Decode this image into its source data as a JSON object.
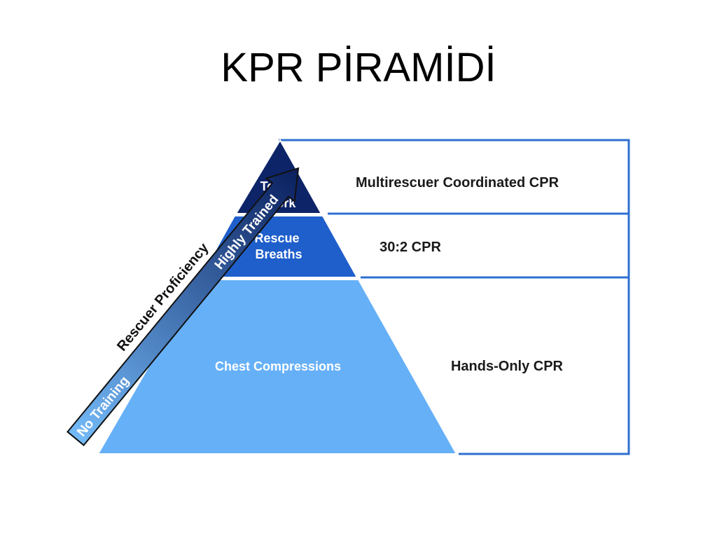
{
  "title": "KPR PİRAMİDİ",
  "pyramid": {
    "levels": [
      {
        "label_lines": [
          "Team-",
          "Work"
        ],
        "description": "Multirescuer Coordinated CPR",
        "color": "#0d2468"
      },
      {
        "label_lines": [
          "Rescue",
          "Breaths"
        ],
        "description": "30:2 CPR",
        "color": "#1f5fcb"
      },
      {
        "label_lines": [
          "Chest Compressions"
        ],
        "description": "Hands-Only CPR",
        "color": "#66b0f7"
      }
    ],
    "frame_color": "#2f6fd0"
  },
  "proficiency_arrow": {
    "axis_label": "Rescuer Proficiency",
    "low_label": "No Training",
    "high_label": "Highly Trained",
    "gradient_start": "#74baf8",
    "gradient_end": "#0a1f5e"
  }
}
